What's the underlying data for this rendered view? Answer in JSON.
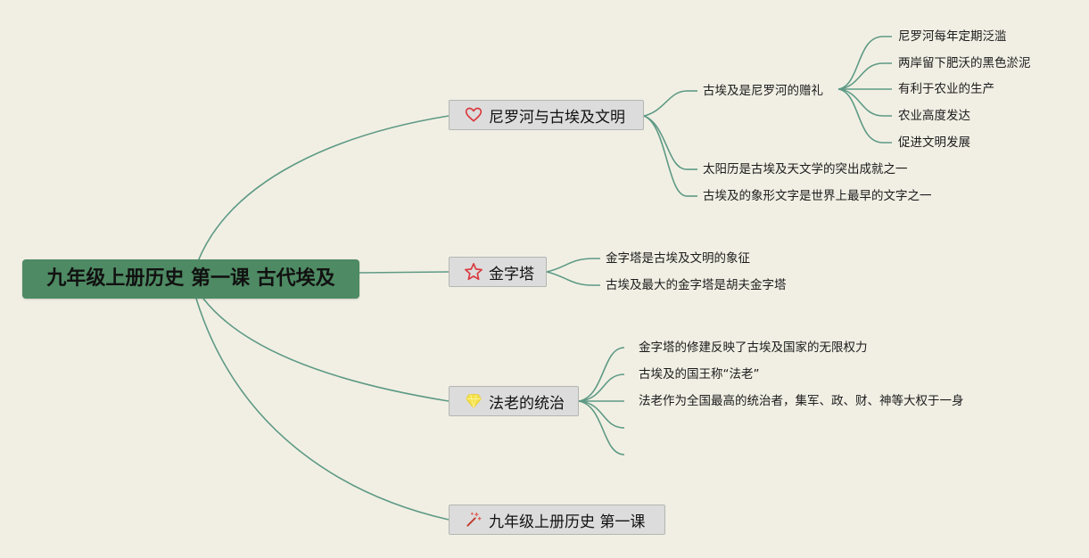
{
  "root": {
    "title": "九年级上册历史 第一课 古代埃及"
  },
  "colors": {
    "background": "#f1efe4",
    "root_fill": "#4e8a63",
    "branch_line": "#5e9a85",
    "topic_fill": "#dcdcdc"
  },
  "topics": [
    {
      "label": "尼罗河与古埃及文明",
      "icon": "heart-icon",
      "children": [
        {
          "label": "古埃及是尼罗河的赠礼",
          "children": [
            {
              "label": "尼罗河每年定期泛滥"
            },
            {
              "label": "两岸留下肥沃的黑色淤泥"
            },
            {
              "label": "有利于农业的生产"
            },
            {
              "label": "农业高度发达"
            },
            {
              "label": "促进文明发展"
            }
          ]
        },
        {
          "label": "太阳历是古埃及天文学的突出成就之一"
        },
        {
          "label": "古埃及的象形文字是世界上最早的文字之一"
        }
      ]
    },
    {
      "label": "金字塔",
      "icon": "star-icon",
      "children": [
        {
          "label": "金字塔是古埃及文明的象征"
        },
        {
          "label": "古埃及最大的金字塔是胡夫金字塔"
        }
      ]
    },
    {
      "label": "法老的统治",
      "icon": "gem-icon",
      "children": [
        {
          "label": "金字塔的修建反映了古埃及国家的无限权力"
        },
        {
          "label": "古埃及的国王称“法老”"
        },
        {
          "label": "法老作为全国最高的统治者，集军、政、财、神等大权于一身"
        },
        {
          "label": ""
        },
        {
          "label": ""
        }
      ]
    },
    {
      "label": "九年级上册历史 第一课",
      "icon": "magic-wand-icon",
      "children": []
    }
  ]
}
